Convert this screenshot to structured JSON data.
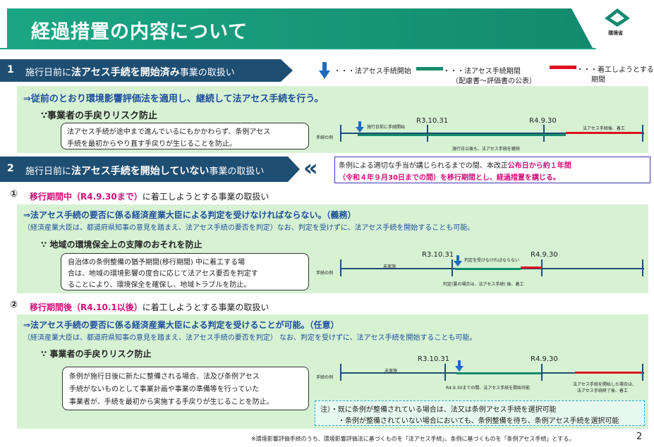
{
  "title": "経過措置の内容について",
  "logo_label": "環境省",
  "legend": {
    "start": "・・・法アセス手続開始",
    "period_1": "・・・法アセス手続期間",
    "period_2": "（配慮書～評価書の公表）",
    "work_1": "・・・着工しようとする",
    "work_2": "期間"
  },
  "sec1": {
    "num": "1",
    "pre": "施行日前に",
    "bold": "法アセス手続を開始済み",
    "post": "事業の取扱い",
    "main": "⇒従前のとおり環境影響評価法を適用し、継続して法アセス手続を行う。",
    "sub": "∵事業者の手戻りリスク防止",
    "note1": "法アセス手続が途中まで進んでいるにもかかわらず、条例アセス",
    "note2": "手続を最初からやり直す手戻りが生じることを防止。",
    "tl_label": "手続の例",
    "tl_start": "施行日前に手続開始",
    "tl_d1": "R3.10.31",
    "tl_d2": "R4.9.30",
    "tl_cont": "施行日以後も、法アセス手続を継続",
    "tl_end": "法アセス手続後、着工"
  },
  "sec2": {
    "num": "2",
    "pre": "施行日前に",
    "bold": "法アセス手続を開始していない",
    "post": "事業の取扱い",
    "box1a": "条例による適切な手当が講じられるまでの間、本改正",
    "box1b": "公布日から約１年間",
    "box2": "（令和４年９月30日までの間）を移行期間とし、経過措置を講じる。"
  },
  "sub1": {
    "circ": "①",
    "head": "移行期間中（R4.9.30まで）",
    "tail": "に着工しようとする事業の取扱い",
    "main": "⇒法アセス手続の要否に係る経済産業大臣による判定を受けなければならない。（義務）",
    "paren": "（経済産業大臣は、都道府県知事の意見を踏まえ、法アセス手続の要否を判定）なお、判定を受けずに、法アセス手続を開始することも可能。",
    "sub": "∵ 地域の環境保全上の支障のおそれを防止",
    "note1": "自治体の条例整備の猶予期間(移行期間) 中に着工する場",
    "note2": "合は、地域の環境影響の度合に応じて法アセス要否を判定す",
    "note3": "ることにより、環境保全を確保し、地域トラブルを防止。",
    "tl_label": "手続の例",
    "tl_pre": "未実施",
    "tl_d1": "R3.10.31",
    "tl_d2": "R4.9.30",
    "tl_must": "判定を受けなければならない",
    "tl_after": "判定(要の場合は、法アセス手続) 後、着工"
  },
  "sub2": {
    "circ": "②",
    "head": "移行期間後（R4.10.1以後）",
    "tail": "に着工しようとする事業の取扱い",
    "main": "⇒法アセス手続の要否に係る経済産業大臣による判定を受けることが可能。（任意）",
    "paren": "（経済産業大臣は、都道府県知事の意見を踏まえ、法アセス手続の要否を判定） なお、判定を受けずに、法アセス手続を開始することも可能。",
    "sub": "∵ 事業者の手戻りリスク防止",
    "note1": "条例が施行日後に新たに整備される場合、法及び条例アセス",
    "note2": "手続がないものとして事業計画や事業の準備等を行っていた",
    "note3": "事業者が、手続を最初から実施する手戻りが生じることを防止。",
    "tl_label": "手続の例",
    "tl_pre": "未実施",
    "tl_d1": "R3.10.31",
    "tl_d2": "R4.9.30",
    "tl_mid": "R4.9.30までの間、法アセス手続を開始可能",
    "tl_end1": "法アセス手続を開始した場合は、",
    "tl_end2": "法アセス手続終了後、着工",
    "note_a": "注）・既に条例が整備されている場合は、法又は条例アセス手続を選択可能",
    "note_b": "・条例が整備されていない場合においても、条例整備を待ち、条例アセス手続を選択可能"
  },
  "footer": "※環境影響評価手続のうち、環境影響評価法に基づくものを「法アセス手続」、条例に基づくものを「条例アセス手続」とする。",
  "page_num": "2"
}
